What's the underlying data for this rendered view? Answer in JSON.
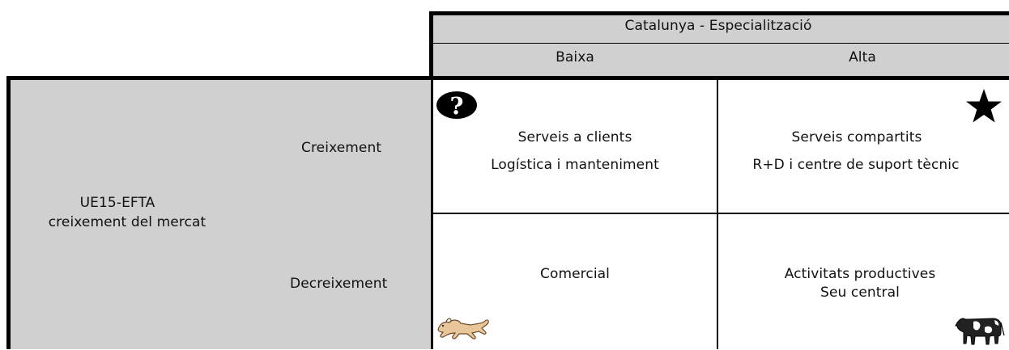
{
  "header": {
    "title": "Catalunya - Especialització",
    "col_low": "Baixa",
    "col_high": "Alta"
  },
  "side": {
    "title_line1": "UE15-EFTA",
    "title_line2": "creixement del mercat",
    "row_top": "Creixement",
    "row_bottom": "Decreixement"
  },
  "cells": {
    "top_left": {
      "line1": "Serveis a clients",
      "line2": "Logística i manteniment",
      "icon": "question-mark-icon"
    },
    "top_right": {
      "line1": "Serveis compartits",
      "line2": "R+D i centre de suport tècnic",
      "icon": "star-icon"
    },
    "bottom_left": {
      "line1": "Comercial",
      "icon": "dog-icon"
    },
    "bottom_right": {
      "line1": "Activitats productives",
      "line2": "Seu central",
      "icon": "cow-icon"
    }
  },
  "colors": {
    "panel_gray": "#d0d0d0",
    "border": "#000000",
    "dog_fill": "#e9c69a"
  }
}
